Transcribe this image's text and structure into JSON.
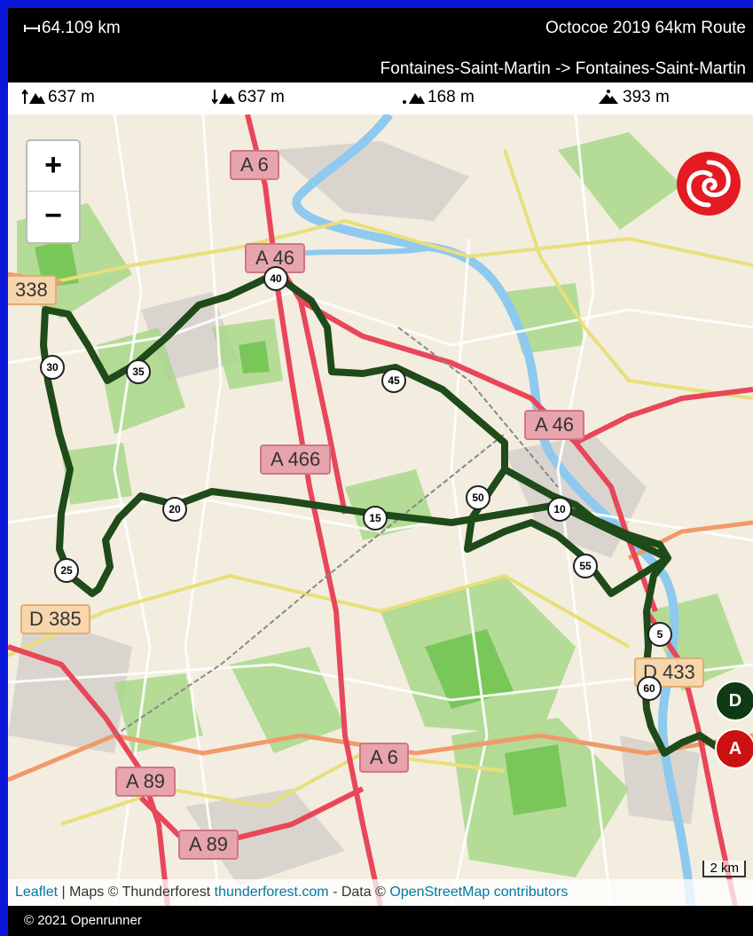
{
  "header": {
    "distance": "64.109 km",
    "title": "Octocoe 2019 64km Route",
    "route": "Fontaines-Saint-Martin -> Fontaines-Saint-Martin"
  },
  "stats": {
    "elevation_gain": "637 m",
    "elevation_loss": "637 m",
    "min_altitude": "168 m",
    "max_altitude": "393 m"
  },
  "map": {
    "zoom_in": "+",
    "zoom_out": "−",
    "road_labels": [
      "A 6",
      "A 46",
      "A 46",
      "A 466",
      "A 6",
      "A 89",
      "A 89"
    ],
    "dep_labels": [
      "338",
      "D 385",
      "D 433"
    ],
    "km_markers": [
      "5",
      "10",
      "15",
      "20",
      "25",
      "30",
      "35",
      "40",
      "45",
      "50",
      "55",
      "60"
    ],
    "start_label": "D",
    "end_label": "A",
    "scale": "2 km",
    "route_color": "#1f4a1a",
    "start_color": "#0f3a14",
    "end_color": "#cc1111"
  },
  "attribution": {
    "leaflet": "Leaflet",
    "maps_text": " | Maps © Thunderforest ",
    "thunderforest": "thunderforest.com",
    "data_text": " - Data © ",
    "osm": "OpenStreetMap",
    "contributors": " contributors"
  },
  "footer": {
    "copyright": "© 2021 Openrunner"
  }
}
